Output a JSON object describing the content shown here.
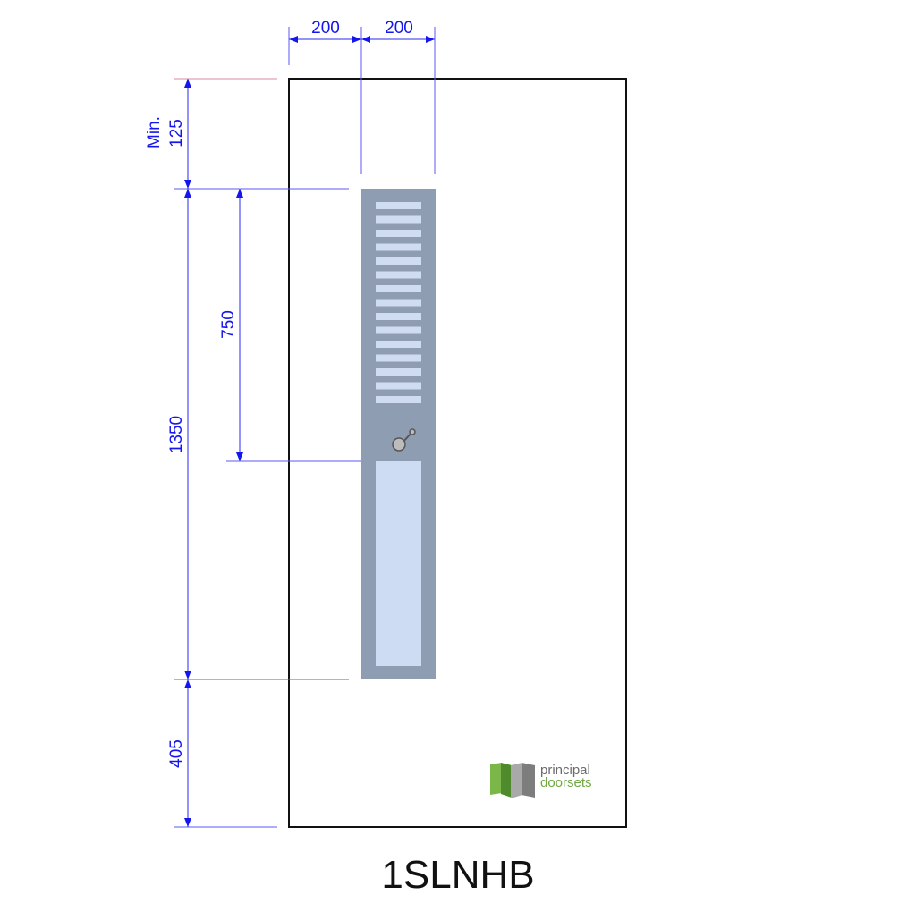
{
  "model_code": "1SLNHB",
  "logo": {
    "line1": "principal",
    "line2": "doorsets",
    "colors": {
      "green": "#7ab648",
      "dark_green": "#4f8a2c",
      "grey": "#9a9a9a",
      "dark_grey": "#6b6b6b"
    }
  },
  "dimensions": {
    "horizontal": {
      "left": "200",
      "right": "200"
    },
    "vertical": {
      "top_label_prefix": "Min.",
      "top": "125",
      "to_glass": "750",
      "panel_height": "1350",
      "bottom": "405"
    }
  },
  "colors": {
    "dimension": "#1515ee",
    "panel": "#8f9db2",
    "glass": "#cddcf3",
    "outline": "#111111"
  },
  "louvre_count": 15
}
